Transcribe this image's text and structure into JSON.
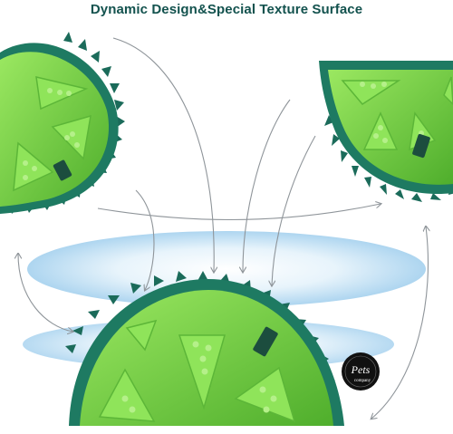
{
  "headline": "Dynamic Design&Special Texture Surface",
  "logo": {
    "line1": "Pets",
    "line2": "company"
  },
  "colors": {
    "title": "#13524e",
    "toy_green": "#7dd84a",
    "toy_green_dark": "#4ea42d",
    "spike_teal": "#1b6b5a",
    "ellipse_blue": "#b9ddf3",
    "arrow_gray": "#8f959a"
  }
}
